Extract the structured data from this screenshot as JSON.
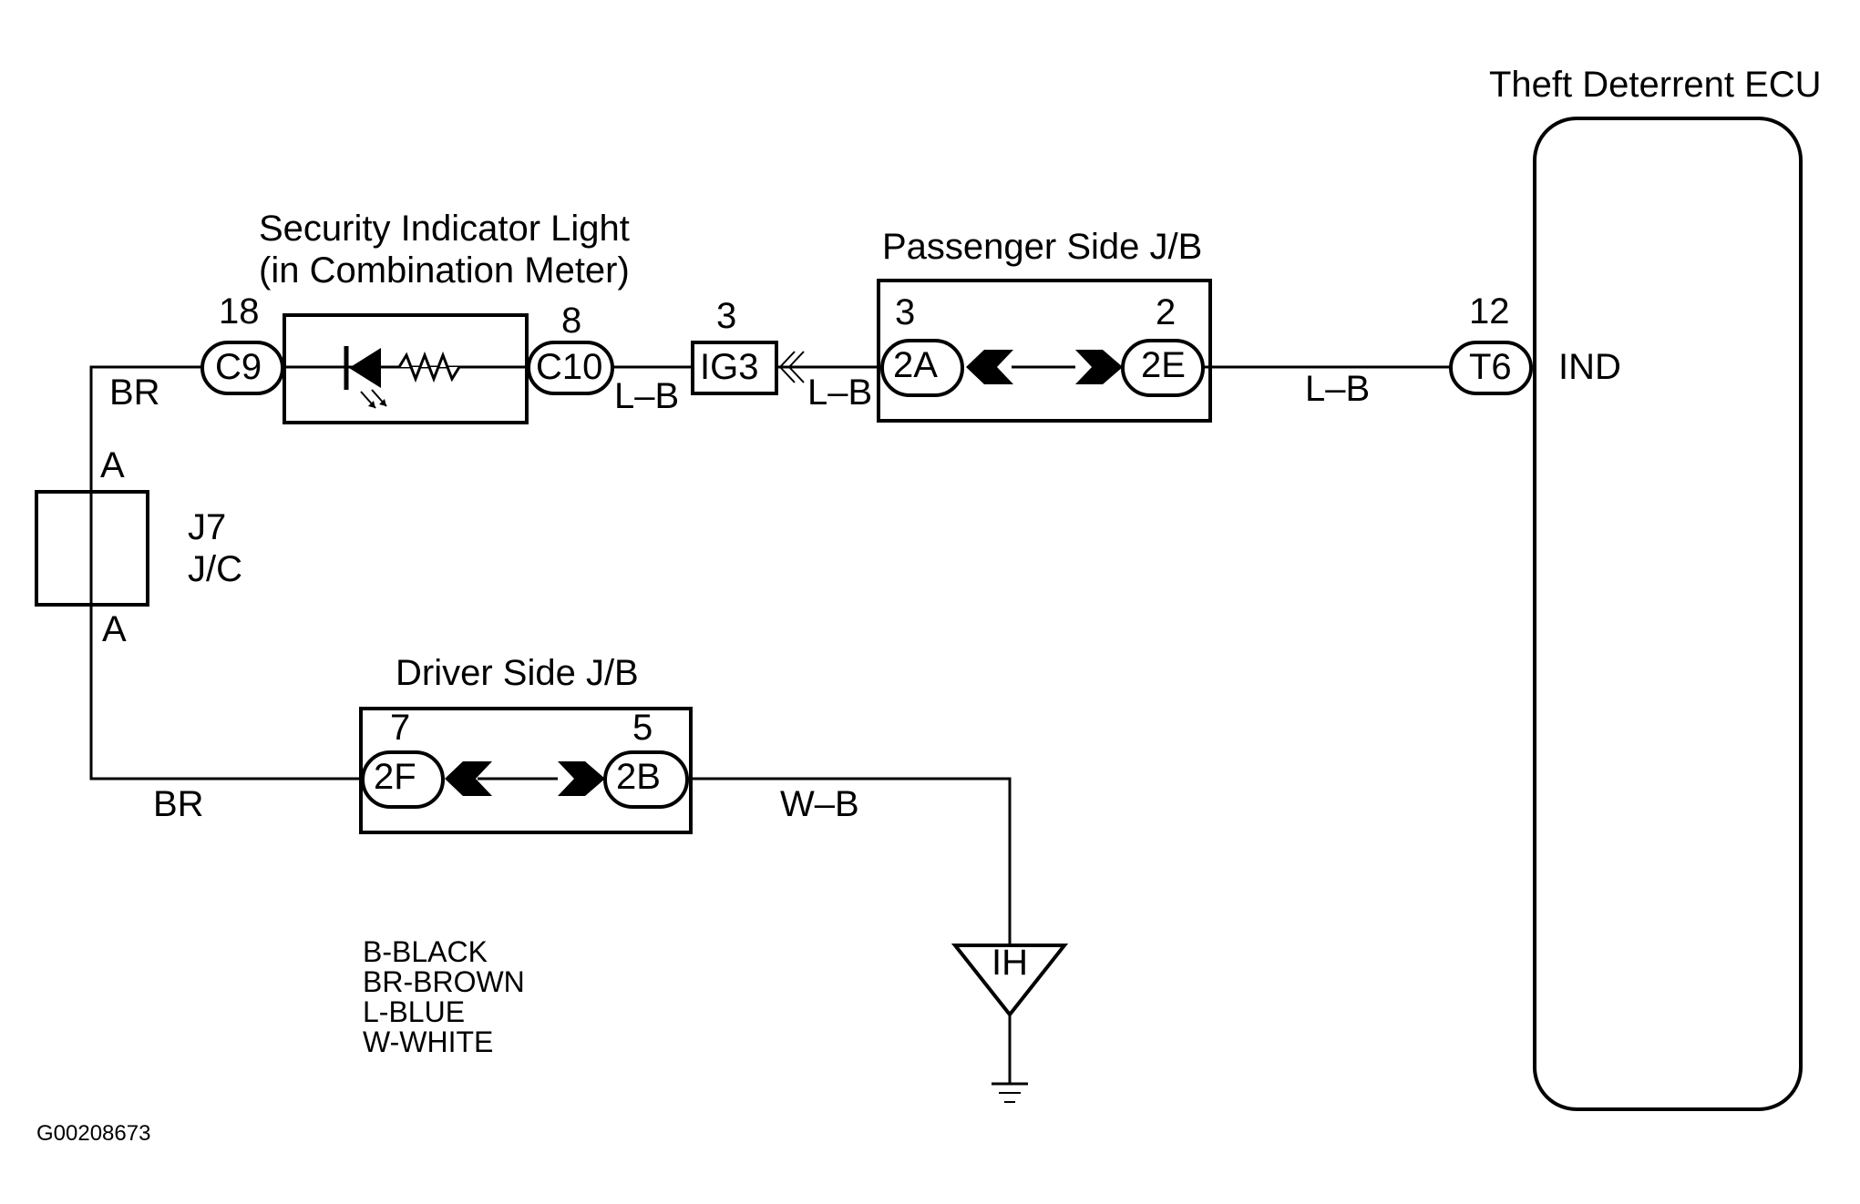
{
  "components": {
    "ecu_title": "Theft Deterrent ECU",
    "ecu_pin_num": "12",
    "ecu_connector": "T6",
    "ecu_terminal": "IND",
    "light_title_1": "Security Indicator Light",
    "light_title_2": "(in Combination Meter)",
    "light_left_pin": "18",
    "light_left_conn": "C9",
    "light_right_pin": "8",
    "light_right_conn": "C10",
    "ig3_pin": "3",
    "ig3_conn": "IG3",
    "pass_jb_title": "Passenger Side J/B",
    "pass_jb_left_pin": "3",
    "pass_jb_left_conn": "2A",
    "pass_jb_right_pin": "2",
    "pass_jb_right_conn": "2E",
    "jc_name_1": "J7",
    "jc_name_2": "J/C",
    "jc_top_term": "A",
    "jc_bot_term": "A",
    "drv_jb_title": "Driver Side J/B",
    "drv_jb_left_pin": "7",
    "drv_jb_left_conn": "2F",
    "drv_jb_right_pin": "5",
    "drv_jb_right_conn": "2B",
    "ground_label": "IH"
  },
  "wires": {
    "br_top": "BR",
    "lb_after_c10": "L–B",
    "lb_before_2a": "L–B",
    "lb_to_ecu": "L–B",
    "br_bottom": "BR",
    "wb_ground": "W–B"
  },
  "legend": [
    "B-BLACK",
    "BR-BROWN",
    "L-BLUE",
    "W-WHITE"
  ],
  "figure_id": "G00208673"
}
